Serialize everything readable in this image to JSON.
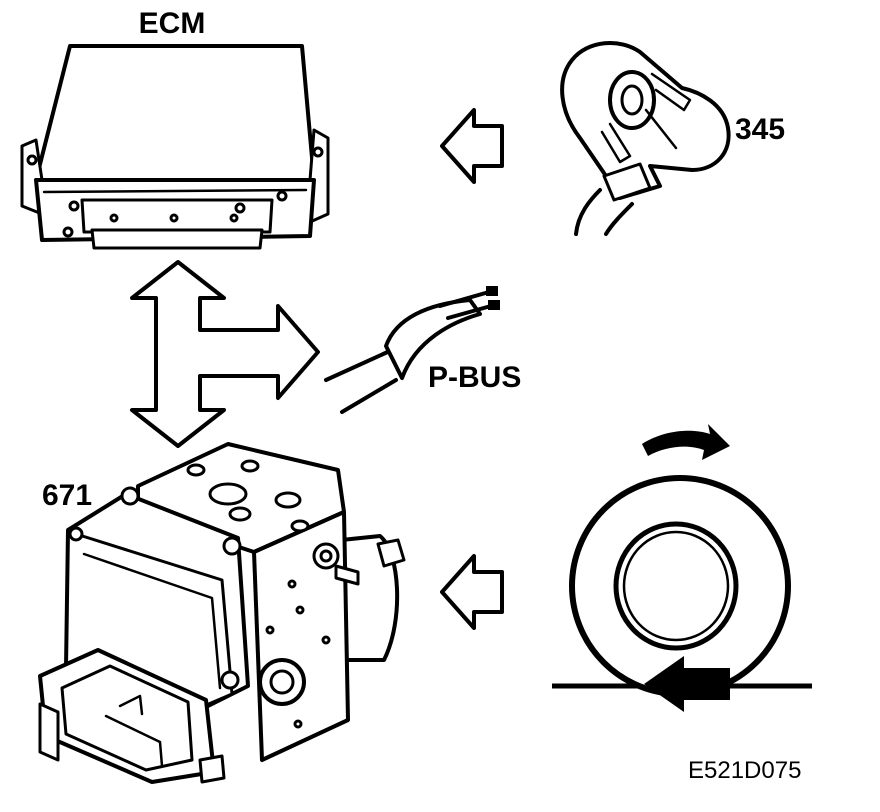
{
  "labels": {
    "ecm": "ECM",
    "sensor": "345",
    "bus": "P-BUS",
    "abs_unit": "671",
    "figure_code": "E521D075"
  },
  "icons": {
    "ecm": "ecm-control-unit-icon",
    "sensor": "sensor-345-icon",
    "bus": "p-bus-cable-icon",
    "abs_unit": "abs-unit-671-icon",
    "wheel": "wheel-speed-icon"
  }
}
